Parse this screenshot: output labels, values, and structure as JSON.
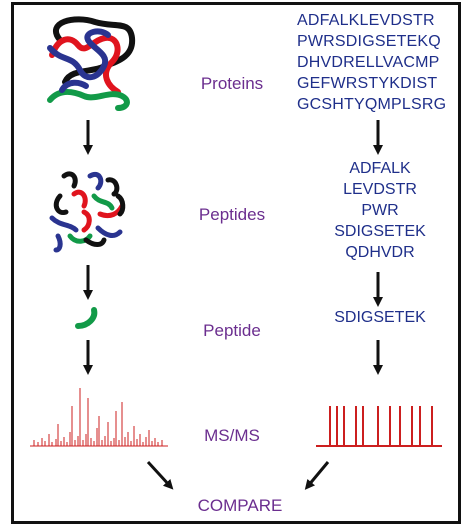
{
  "stages": {
    "proteins": "Proteins",
    "peptides": "Peptides",
    "peptide": "Peptide",
    "msms": "MS/MS",
    "compare": "COMPARE"
  },
  "protein_sequence": [
    "ADFALKLEVDSTR",
    "PWRSDIGSETEKQ",
    "DHVDRELLVACMP",
    "GEFWRSTYKDIST",
    "GCSHTYQMPLSRG"
  ],
  "peptide_list": [
    "ADFALK",
    "LEVDSTR",
    "PWR",
    "SDIGSETEK",
    "QDHVDR"
  ],
  "selected_peptide": "SDIGSETEK",
  "colors": {
    "label": "#6b2e8f",
    "sequence": "#1f2f8a",
    "spectrum": "#cc1f1f",
    "strand_red": "#e0141e",
    "strand_blue": "#2a3490",
    "strand_green": "#129a48",
    "strand_black": "#111111"
  },
  "icons": [
    "protein-tangle-icon",
    "peptide-fragments-icon",
    "single-peptide-icon",
    "experimental-spectrum-icon",
    "theoretical-spectrum-icon",
    "arrow-down-icon"
  ]
}
